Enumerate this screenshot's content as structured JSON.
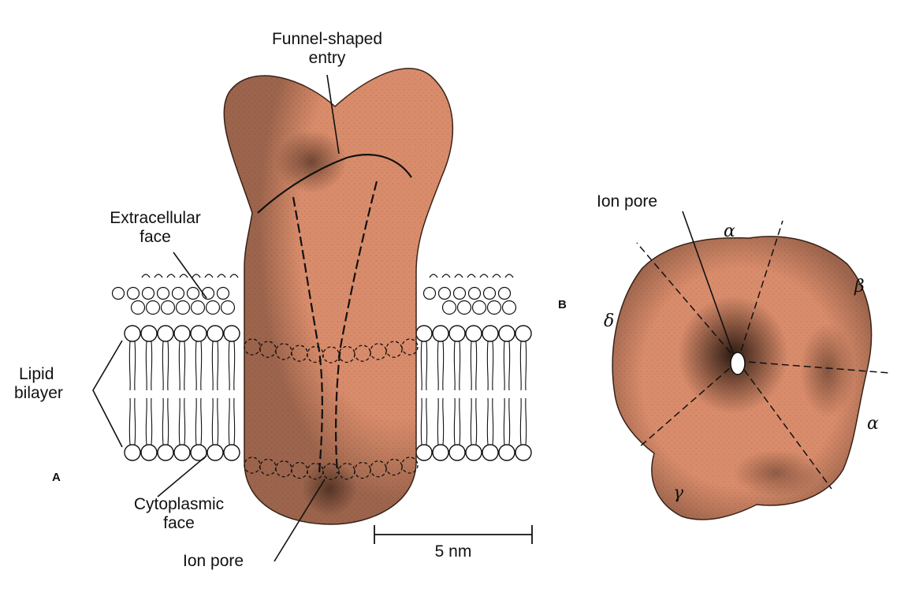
{
  "panel_a": {
    "letter": "A",
    "labels": {
      "funnel_line1": "Funnel-shaped",
      "funnel_line2": "entry",
      "extracellular_line1": "Extracellular",
      "extracellular_line2": "face",
      "lipid_line1": "Lipid",
      "lipid_line2": "bilayer",
      "cytoplasmic_line1": "Cytoplasmic",
      "cytoplasmic_line2": "face",
      "ion_pore": "Ion pore"
    },
    "scale_bar": "5 nm"
  },
  "panel_b": {
    "letter": "B",
    "labels": {
      "ion_pore": "Ion pore"
    },
    "subunits": {
      "alpha_top": "α",
      "beta": "β",
      "alpha_right": "α",
      "gamma": "γ",
      "delta": "δ"
    }
  },
  "colors": {
    "protein_fill": "#d98c6b",
    "protein_stipple": "#2a1a12",
    "ink": "#111111",
    "background": "#ffffff"
  }
}
